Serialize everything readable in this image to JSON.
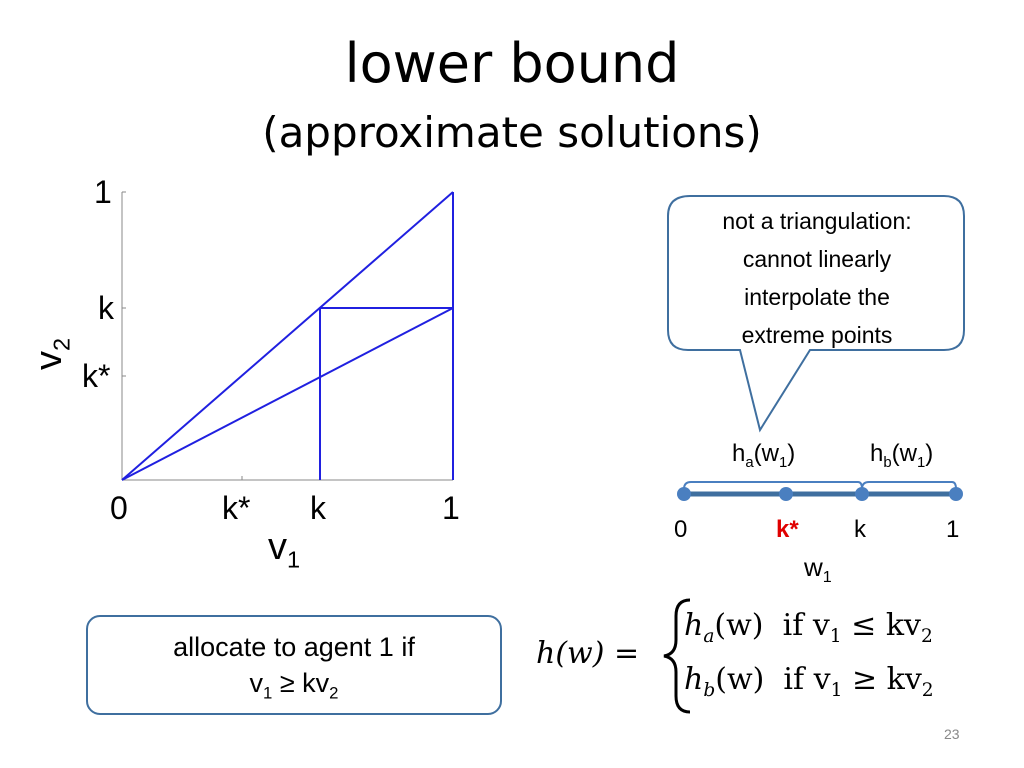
{
  "slide": {
    "title": "lower bound",
    "subtitle": "(approximate solutions)",
    "page_number": "23",
    "callout": [
      "not a triangulation:",
      "cannot linearly",
      "interpolate the",
      "extreme points"
    ],
    "bottom_box": {
      "line1": "allocate to agent 1 if",
      "v": "v",
      "v_sub": "1",
      "rel": " ≥ kv",
      "kv_sub": "2"
    }
  },
  "plot": {
    "y_ticks": [
      "1",
      "k",
      "k*"
    ],
    "x_ticks": [
      "0",
      "k*",
      "k",
      "1"
    ],
    "xlabel_main": "v",
    "xlabel_sub": "1",
    "ylabel_main": "v",
    "ylabel_sub": "2"
  },
  "line_diagram": {
    "ha_h": "h",
    "ha_sub": "a",
    "ha_rest": "(w",
    "ha_sub1": "1",
    "ha_close": ")",
    "hb_h": "h",
    "hb_sub": "b",
    "hb_rest": "(w",
    "hb_sub1": "1",
    "hb_close": ")",
    "tick0": "0",
    "tick_kstar": "k*",
    "tick_k": "k",
    "tick1": "1",
    "w_main": "w",
    "w_sub": "1"
  },
  "formula": {
    "lhs": "h(w) =",
    "case1_fn": "h",
    "case1_sub": "a",
    "case1_arg": "(w)",
    "case1_cond": "if v",
    "case1_cond_sub": "1",
    "case1_rel": " ≤ kv",
    "case1_rel_sub": "2",
    "case2_fn": "h",
    "case2_sub": "b",
    "case2_arg": "(w)",
    "case2_cond": "if v",
    "case2_cond_sub": "1",
    "case2_rel": " ≥ kv",
    "case2_rel_sub": "2"
  },
  "colors": {
    "line_blue": "#2020e0",
    "box_border": "#3f6f9f",
    "dot_blue": "#4a7fc0",
    "highlight_red": "#e00000"
  }
}
